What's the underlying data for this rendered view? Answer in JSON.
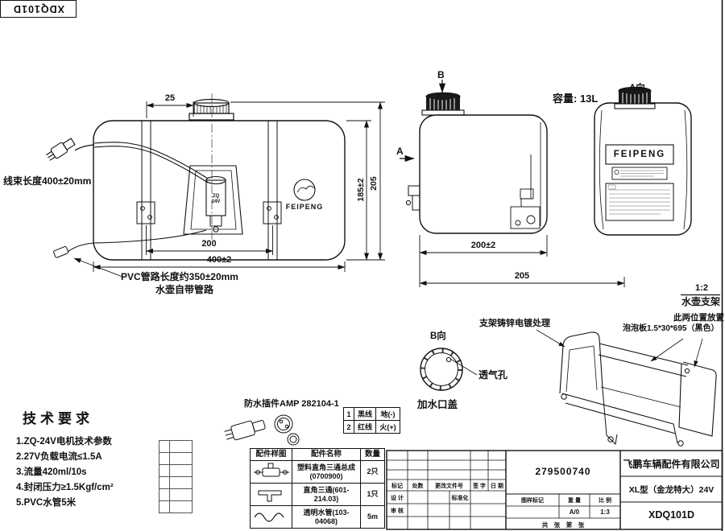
{
  "sheet": {
    "corner_drawing_number": "XDQ101D"
  },
  "front_view": {
    "dim_cap_offset": "25",
    "dim_strap_span": "200",
    "dim_width": "400±2",
    "dim_body_height": "185±2",
    "dim_total_height": "205",
    "wire_length_label": "线束长度400±20mm",
    "pvc_length_label": "PVC管路长度约350±20mm",
    "pvc_note_label": "水壶自带管路",
    "brand": "FEIPENG",
    "motor_line1": "ZQ",
    "motor_line2": "24V"
  },
  "side_view": {
    "section_b_label": "B",
    "section_a_label": "A",
    "capacity_label": "容量: 13L",
    "dim_width": "200±2",
    "dim_total": "205"
  },
  "view_a": {
    "label": "A向",
    "brand": "FEIPENG"
  },
  "view_b": {
    "label": "B向",
    "vent_label": "透气孔",
    "filler_cap_label": "加水口盖"
  },
  "bracket_view": {
    "scale": "1:2",
    "name": "水壶支架",
    "plating_note": "支架铸锌电镀处理",
    "foam_note_line1": "此两位置放置",
    "foam_note_line2": "泡泡板1.5*30*695（黑色）"
  },
  "tech_requirements": {
    "title": "技术要求",
    "items": [
      "1.ZQ-24V电机技术参数",
      "2.27V负载电流≤1.5A",
      "3.流量420ml/10s",
      "4.封闭压力≥1.5Kgf/cm²",
      "5.PVC水管5米"
    ]
  },
  "connector": {
    "title": "防水插件AMP 282104-1",
    "rows": [
      {
        "no": "1",
        "wire": "黑线",
        "polarity": "地(-)"
      },
      {
        "no": "2",
        "wire": "红线",
        "polarity": "火(+)"
      }
    ]
  },
  "parts_table": {
    "headers": {
      "sample": "配件样图",
      "name": "配件名称",
      "qty": "数量"
    },
    "rows": [
      {
        "name_line1": "塑料直角三通总成",
        "name_line2": "(0700900)",
        "qty": "2只"
      },
      {
        "name_line1": "直角三通(601-214.03)",
        "name_line2": "",
        "qty": "1只"
      },
      {
        "name_line1": "透明水管(103-04068)",
        "name_line2": "",
        "qty": "5m"
      }
    ]
  },
  "title_block": {
    "part_number": "279500740",
    "company": "飞鹏车辆配件有限公司",
    "model": "XL型（金龙特大）24V",
    "drawing_number": "XDQ101D",
    "rev_headers": [
      "标记",
      "处数",
      "更改文件号",
      "签 字",
      "日 期"
    ],
    "design_label": "设 计",
    "check_label": "审 核",
    "standardize_label": "标准化",
    "mark_label": "图样标记",
    "weight_label": "重 量",
    "scale_label": "比 例",
    "mark_value": "A/0",
    "scale_value": "1:3",
    "sheet_count_label": "共　张　第　张"
  }
}
